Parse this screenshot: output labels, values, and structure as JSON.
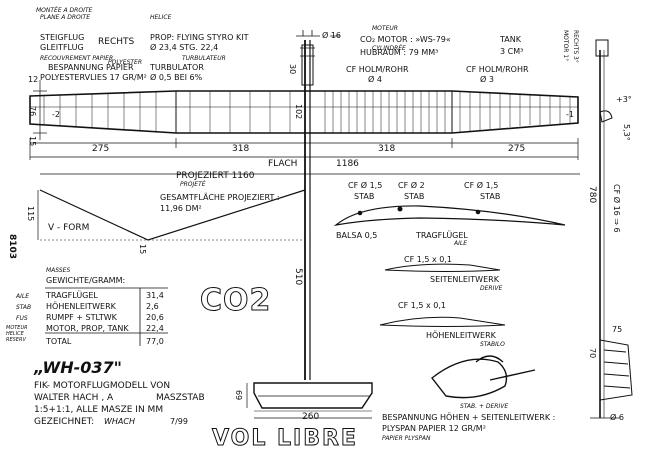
{
  "header": {
    "note_top": "MONTÉE A DROITE",
    "note_top2": "PLANE A DROITE",
    "climb": "STEIGFLUG",
    "glide": "GLEITFLUG",
    "right": "RECHTS",
    "helice": "HELICE",
    "prop": "PROP: FLYING STYRO KIT",
    "prop_dims": "Ø 23,4   STG. 22,4",
    "turbulateur": "TURBULATEUR",
    "turbulator": "TURBULATOR",
    "turb_dims": "Ø 0,5 BEI 6%",
    "recouvrement": "RECOUVREMENT PAPIER",
    "bespannung": "BESPANNUNG PAPIER",
    "polyester_fr": "POLYESTER",
    "covering": "POLYESTERVLIES 17 GR/M²"
  },
  "motor": {
    "moteur": "MOTEUR",
    "motor": "CO₂ MOTOR : »WS-79«",
    "tank": "TANK",
    "cylindree": "CYLINDRÉE",
    "hubraum": "HUBRAUM : 79 MM³",
    "tank_vol": "3 CM³"
  },
  "dims": {
    "d16": "Ø 16",
    "d30": "30",
    "d12": "12",
    "d76": "76",
    "d15": "15",
    "d102": "102",
    "w275a": "275",
    "w318a": "318",
    "w318b": "318",
    "w275b": "275",
    "flach": "FLACH",
    "span": "1186",
    "proj": "PROJEZIERT   1160",
    "projete": "PROJETÉ",
    "surface": "GESAMTFLÄCHE PROJEZIERT :",
    "surface_val": "11,96 DM²",
    "d115": "115",
    "vform": "V - FORM",
    "d15b": "15",
    "fuse": "510",
    "d69": "69",
    "d260": "260",
    "d780": "780",
    "d75": "75",
    "d70": "70",
    "d6": "Ø 6",
    "d16_6": "CF Ø 16 ⇒ 6",
    "plus3": "+3°",
    "ang53": "5,3°",
    "motor_side": "MOTOR 1°",
    "rechts": "RECHTS 3°",
    "wing_left": "-2",
    "wing_right": "-1",
    "sheet_no": "8103"
  },
  "spars": {
    "cf_holm_left": "CF HOLM/ROHR",
    "cf_holm_left_d": "Ø 4",
    "cf_holm_right": "CF HOLM/ROHR",
    "cf_holm_right_d": "Ø 3",
    "stab1": "CF Ø 1,5",
    "stab1b": "STAB",
    "stab2": "CF Ø 2",
    "stab2b": "STAB",
    "stab3": "CF Ø 1,5",
    "stab3b": "STAB",
    "balsa": "BALSA 0,5",
    "tragflugel": "TRAGFLÜGEL",
    "aile": "AILE",
    "cf_fin": "CF 1,5 x 0,1",
    "seitenleitwerk": "SEITENLEITWERK",
    "derive": "DERIVE",
    "cf_stab": "CF 1,5 x 0,1",
    "hohenleitwerk": "HÖHENLEITWERK",
    "stabilo": "STABILO"
  },
  "masses": {
    "title": "MASSES",
    "heading": "GEWICHTE/GRAMM:",
    "rows": [
      {
        "fr": "AILE",
        "name": "TRAGFLÜGEL",
        "value": "31,4"
      },
      {
        "fr": "STAB",
        "name": "HÖHENLEITWERK",
        "value": "2,6"
      },
      {
        "fr": "FUS",
        "name": "RUMPF + STLTWK",
        "value": "20,6"
      },
      {
        "fr": "MOTEUR HELICE RESERV",
        "name": "MOTOR, PROP, TANK",
        "value": "22,4"
      }
    ],
    "total_label": "TOTAL",
    "total_value": "77,0"
  },
  "title_block": {
    "model": "„WH-037\"",
    "line1": "FIK- MOTORFLUGMODELL VON",
    "line2": "WALTER HACH , A",
    "maszstab": "MASZSTAB",
    "line3": "1:5+1:1, ALLE MASZE IN MM",
    "gezeichnet": "GEZEICHNET:",
    "signature": "WHACH",
    "date": "7/99",
    "co2": "CO2",
    "vol_libre": "VOL LIBRE"
  },
  "covering_note": {
    "stab_derive": "STAB. + DERIVE",
    "line1": "BESPANNUNG HÖHEN + SEITENLEITWERK :",
    "line2": "PLYSPAN PAPIER  12 GR/M²",
    "line3": "PAPIER PLYSPAN"
  }
}
